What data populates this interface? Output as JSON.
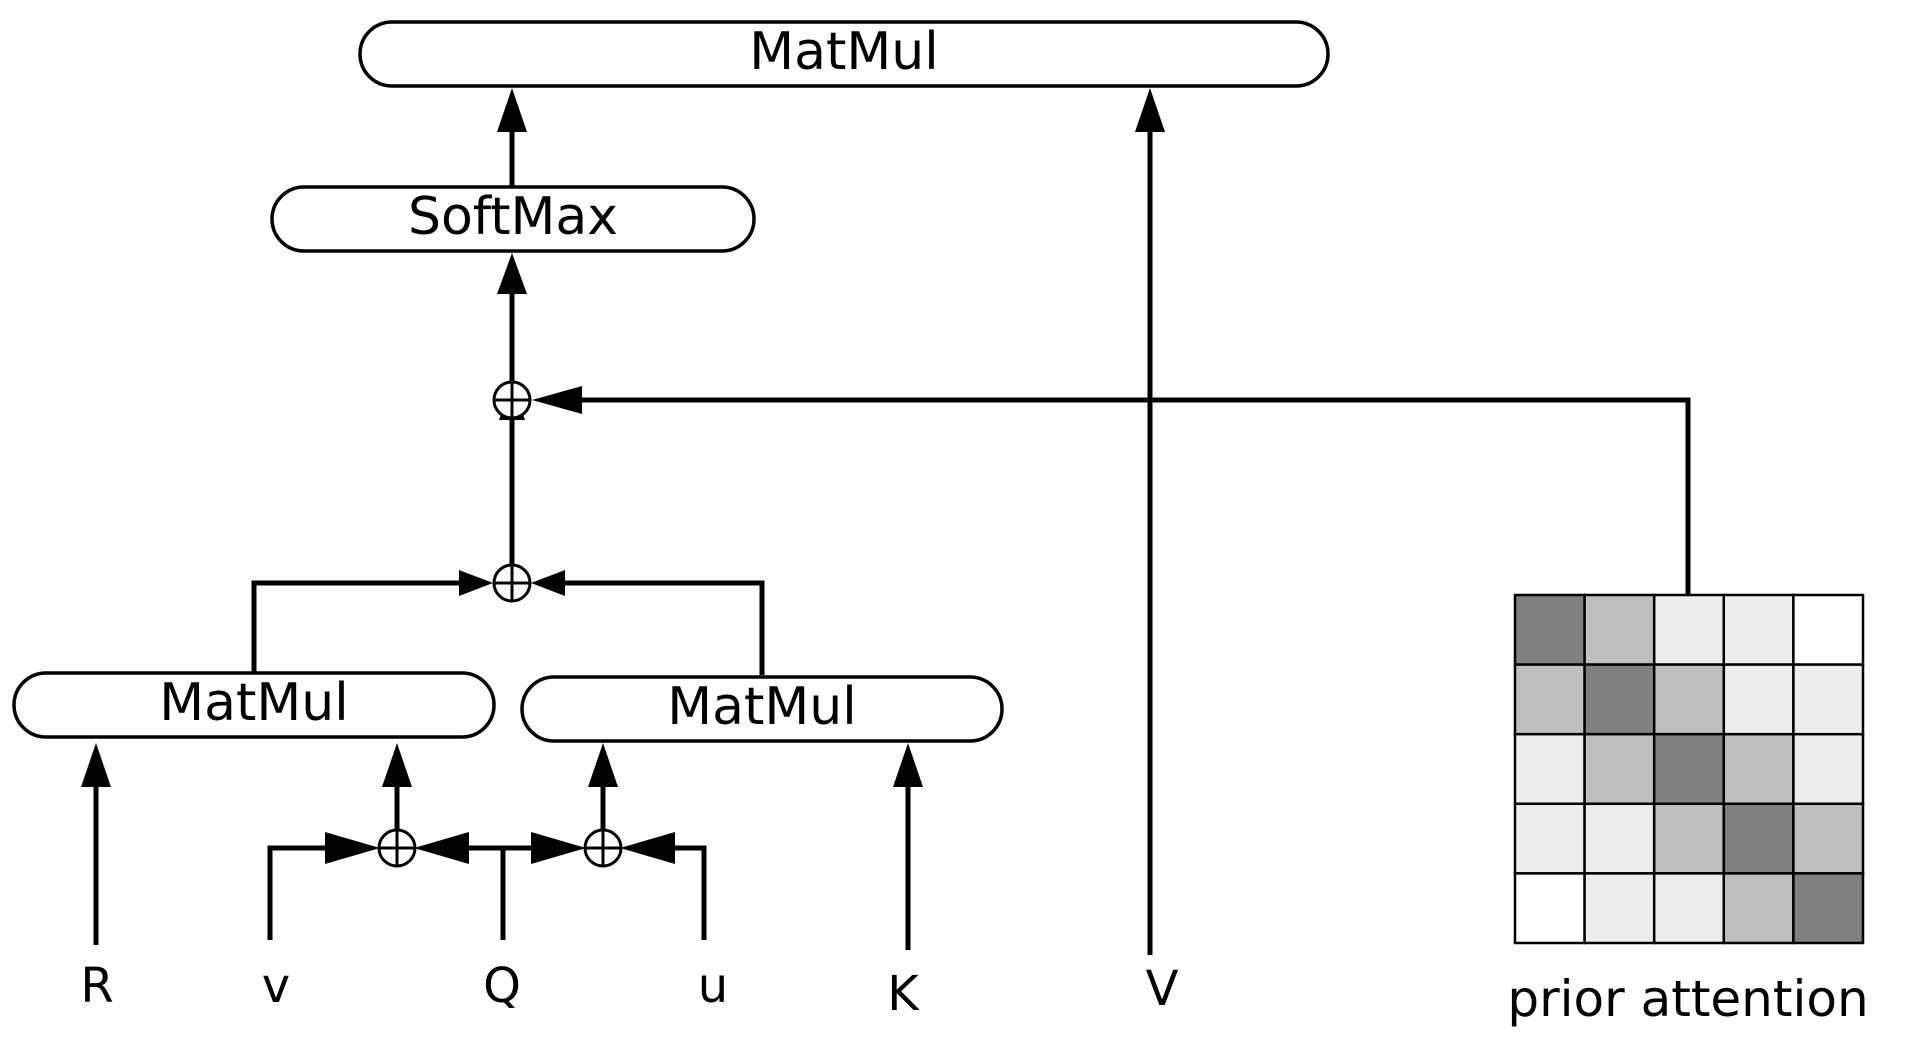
{
  "nodes": {
    "matmul_top": "MatMul",
    "softmax": "SoftMax",
    "matmul_left": "MatMul",
    "matmul_right": "MatMul"
  },
  "inputs": {
    "r": "R",
    "v_lower": "v",
    "q": "Q",
    "u": "u",
    "k": "K",
    "v_upper": "V"
  },
  "prior": {
    "caption": "prior attention",
    "grid_levels": [
      [
        0.5,
        0.75,
        0.93,
        0.93,
        1.0
      ],
      [
        0.75,
        0.5,
        0.75,
        0.93,
        0.93
      ],
      [
        0.93,
        0.75,
        0.5,
        0.75,
        0.93
      ],
      [
        0.93,
        0.93,
        0.75,
        0.5,
        0.75
      ],
      [
        1.0,
        0.93,
        0.93,
        0.75,
        0.5
      ]
    ]
  },
  "colors": {
    "line": "#000000",
    "background": "#ffffff"
  }
}
